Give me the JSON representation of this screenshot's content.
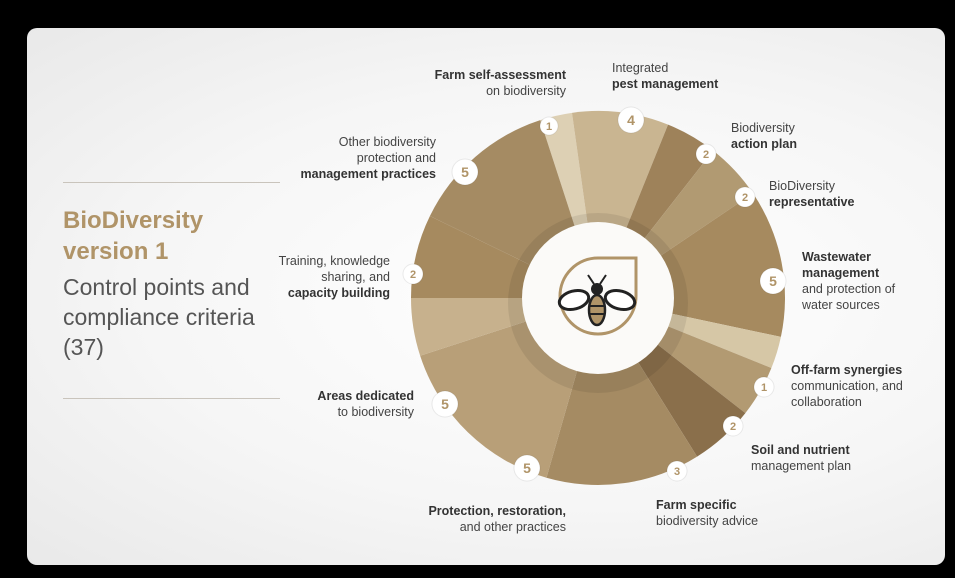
{
  "heading": {
    "title_line1": "BioDiversity",
    "title_line2": "version 1",
    "subtitle": "Control points and compliance criteria (37)"
  },
  "center_icon": "bee-icon",
  "colors": {
    "title": "#b09468",
    "badge_text": "#b09468",
    "segments": [
      "#ddd0b4",
      "#c9b591",
      "#9e825a",
      "#b19a72",
      "#a68a5f",
      "#d6c7a6",
      "#b29a72",
      "#8a6f4b",
      "#a58b63",
      "#b89f78",
      "#c7b18d",
      "#a68a5f",
      "#a58b63"
    ]
  },
  "segments": [
    {
      "count": 1,
      "bold": "Farm self-assessment",
      "text": "on biodiversity"
    },
    {
      "count": 4,
      "text": "Integrated",
      "bold": "pest management"
    },
    {
      "count": 2,
      "text": "Biodiversity",
      "bold": "action plan"
    },
    {
      "count": 2,
      "text": "BioDiversity",
      "bold": "representative"
    },
    {
      "count": 5,
      "bold": "Wastewater management",
      "text": "and protection of water sources"
    },
    {
      "count": 1,
      "bold": "Off-farm synergies",
      "text": "communication, and collaboration"
    },
    {
      "count": 2,
      "bold": "Soil and nutrient",
      "text": "management plan"
    },
    {
      "count": 3,
      "bold": "Farm specific",
      "text": "biodiversity advice"
    },
    {
      "count": 5,
      "bold": "Protection, restoration,",
      "text": "and other practices"
    },
    {
      "count": 5,
      "bold": "Areas dedicated",
      "text": "to biodiversity"
    },
    {
      "count": 2,
      "text": "Training, knowledge sharing, and",
      "bold": "capacity building"
    },
    {
      "count": 5,
      "text": "Other biodiversity protection and",
      "bold": "management practices"
    }
  ]
}
